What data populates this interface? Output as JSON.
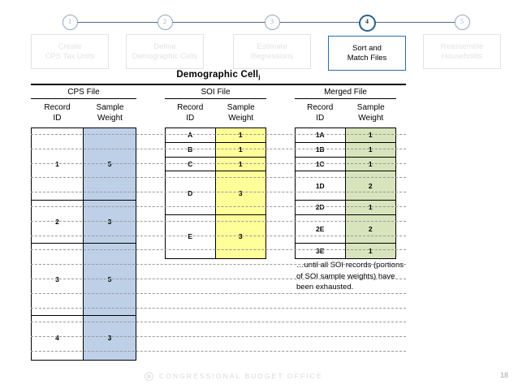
{
  "steps": [
    {
      "num": "1",
      "lines": [
        "Create",
        "CPS Tax Units"
      ],
      "active": false
    },
    {
      "num": "2",
      "lines": [
        "Define",
        "Demographic Cells"
      ],
      "active": false
    },
    {
      "num": "3",
      "lines": [
        "Estimate",
        "Regressions"
      ],
      "active": false
    },
    {
      "num": "4",
      "lines": [
        "Sort and",
        "Match Files"
      ],
      "active": true
    },
    {
      "num": "5",
      "lines": [
        "Reassemble",
        "Households"
      ],
      "active": false
    }
  ],
  "title": {
    "text": "Demographic Cell",
    "subscript": "j"
  },
  "column_headers": {
    "id_line1": "Record",
    "id_line2": "ID",
    "wt_line1": "Sample",
    "wt_line2": "Weight"
  },
  "tables": [
    {
      "name": "CPS File",
      "key": "cps",
      "fill": "#bdd0e8",
      "rows": [
        {
          "id": "1",
          "weight": "5",
          "units": 5
        },
        {
          "id": "2",
          "weight": "3",
          "units": 3
        },
        {
          "id": "3",
          "weight": "5",
          "units": 5
        },
        {
          "id": "4",
          "weight": "3",
          "units": 3
        }
      ]
    },
    {
      "name": "SOI File",
      "key": "soi",
      "fill": "#ffff99",
      "rows": [
        {
          "id": "A",
          "weight": "1",
          "units": 1
        },
        {
          "id": "B",
          "weight": "1",
          "units": 1
        },
        {
          "id": "C",
          "weight": "1",
          "units": 1
        },
        {
          "id": "D",
          "weight": "3",
          "units": 3
        },
        {
          "id": "E",
          "weight": "3",
          "units": 3
        }
      ]
    },
    {
      "name": "Merged File",
      "key": "merged",
      "fill": "#d8e4bc",
      "rows": [
        {
          "id": "1A",
          "weight": "1",
          "units": 1
        },
        {
          "id": "1B",
          "weight": "1",
          "units": 1
        },
        {
          "id": "1C",
          "weight": "1",
          "units": 1
        },
        {
          "id": "1D",
          "weight": "2",
          "units": 2
        },
        {
          "id": "2D",
          "weight": "1",
          "units": 1
        },
        {
          "id": "2E",
          "weight": "2",
          "units": 2
        },
        {
          "id": "3E",
          "weight": "1",
          "units": 1
        }
      ]
    }
  ],
  "note": "…until all SOI records (portions of SOI sample weights) have been exhausted.",
  "footer": {
    "organization": "CONGRESSIONAL BUDGET OFFICE",
    "page": "18",
    "logo": "cbo-seal-icon"
  }
}
